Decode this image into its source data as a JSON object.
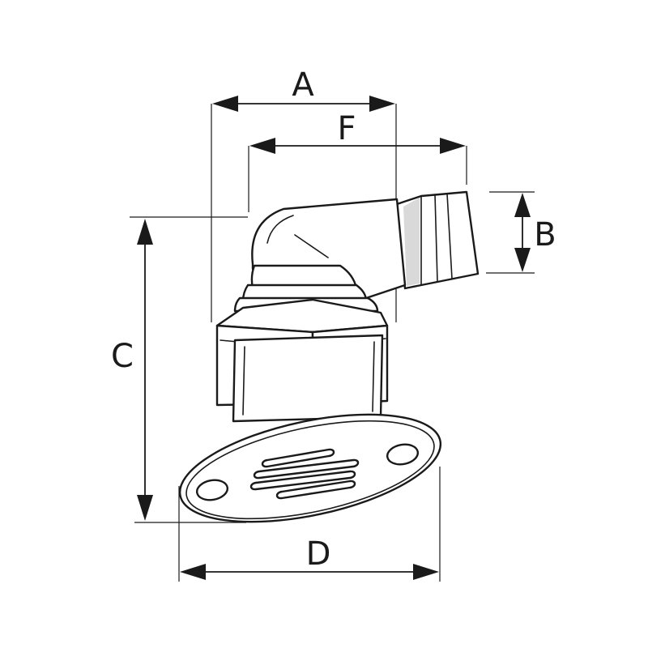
{
  "diagram": {
    "labels": {
      "a": "A",
      "f": "F",
      "b": "B",
      "c": "C",
      "d": "D"
    },
    "colors": {
      "line": "#1a1a1a",
      "background": "#ffffff",
      "shade": "#d9d9d9"
    }
  }
}
